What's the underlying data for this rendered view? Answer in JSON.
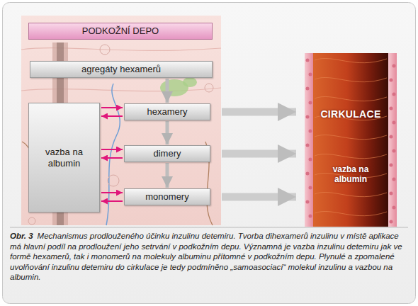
{
  "diagram": {
    "caption": "Mechanismus prodlouženého účinku inzulinu detemiru. Tvorba dihexamerů inzulinu v místě aplikace má hlavní podíl na prodloužení jeho setrvání v podkožním depu. Významná je vazba inzulinu detemiru jak ve formě hexamerů, tak i monomerů na molekuly albuminu přítomné v podkožním depu. Plynulé a zpomalené uvolňování inzulinu detemiru do cirkulace je tedy podmíněno „samoasociací“ molekul inzulinu a vazbou na albumin.",
    "nodes": [
      {
        "text": [
          "PODKOŽNÍ DEPO"
        ]
      },
      {
        "text": [
          "agregáty hexamerů"
        ]
      },
      {
        "text": [
          "vazba na albumin"
        ]
      },
      {
        "text": [
          "hexamery"
        ]
      },
      {
        "text": [
          "dimery"
        ]
      },
      {
        "text": [
          "monomery"
        ]
      },
      {
        "text": [
          "CIRKULACE",
          "vazba na albumin"
        ]
      }
    ],
    "edges": [
      {
        "from": 1,
        "to": 3,
        "arrow": "to"
      },
      {
        "from": 3,
        "to": 4,
        "arrow": "to"
      },
      {
        "from": 4,
        "to": 5,
        "arrow": "to"
      },
      {
        "from": 2,
        "to": 3,
        "arrow": "to"
      },
      {
        "from": 3,
        "to": 2,
        "arrow": "to"
      },
      {
        "from": 2,
        "to": 4,
        "arrow": "to"
      },
      {
        "from": 4,
        "to": 2,
        "arrow": "to"
      },
      {
        "from": 2,
        "to": 5,
        "arrow": "to"
      },
      {
        "from": 5,
        "to": 2,
        "arrow": "to"
      },
      {
        "from": 3,
        "to": 6,
        "arrow": "to"
      },
      {
        "from": 4,
        "to": 6,
        "arrow": "to"
      },
      {
        "from": 5,
        "to": 6,
        "arrow": "to"
      }
    ],
    "labels": [
      "Obr. 3"
    ]
  }
}
